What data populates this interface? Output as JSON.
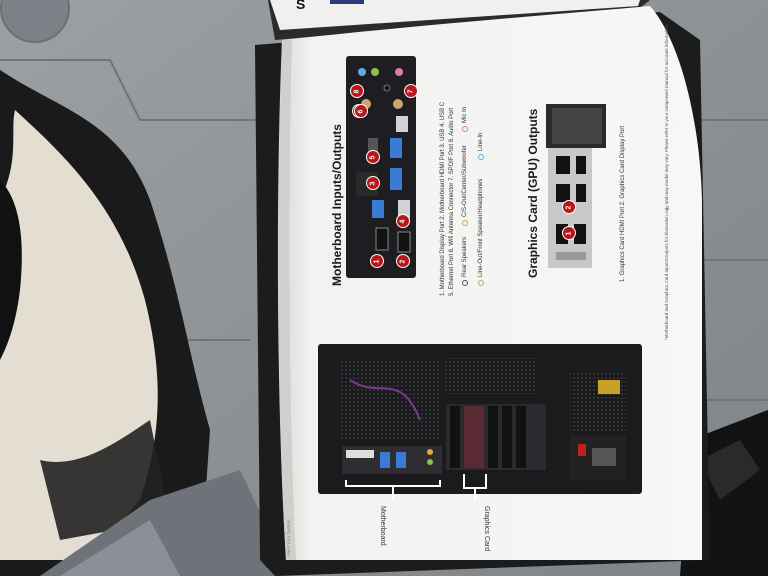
{
  "page": {
    "header_fragment": "S",
    "section_motherboard_title": "Motherboard Inputs/Outputs",
    "motherboard_legend": [
      "1. Motherboard Display Port   2. Motherboard HDMI Port   3. USB   4. USB C",
      "5. Ethernet Port   6. Wifi Antenna Connector   7. SPDIF Port   8. Audio Port"
    ],
    "audio_legend": [
      {
        "label": "Rear Speakers",
        "color": "#555555"
      },
      {
        "label": "C/S-Out/Center/Subwoofer",
        "color": "#e89a3a"
      },
      {
        "label": "Mic In",
        "color": "#e07aa8"
      },
      {
        "label": "Line-Out/Front Speaker/Headphones",
        "color": "#8fc04e"
      },
      {
        "label": "Line-In",
        "color": "#5aaee0"
      }
    ],
    "section_gpu_title": "Graphics Card (GPU) Outputs",
    "gpu_legend": "1. Graphics Card HDMI Port   2. Graphics Card Display Port",
    "disclaimer": "*Motherboard and Graphics Card Inputs/Outputs for illustration only and may model may vary. Please refer to your component manual for accurate information.",
    "label_motherboard": "Motherboard",
    "label_graphics_card": "Graphics Card",
    "footer": "Meet Your System",
    "page_number": "4"
  },
  "markers": [
    "1",
    "2",
    "3",
    "4",
    "5",
    "6",
    "7",
    "8"
  ],
  "gpu_markers": [
    "1",
    "2"
  ],
  "colors": {
    "marker_red": "#b8161b",
    "page_paper": "#f4f4f3",
    "panel_dark": "#1e1e22",
    "table_grey": "#8e9498"
  }
}
